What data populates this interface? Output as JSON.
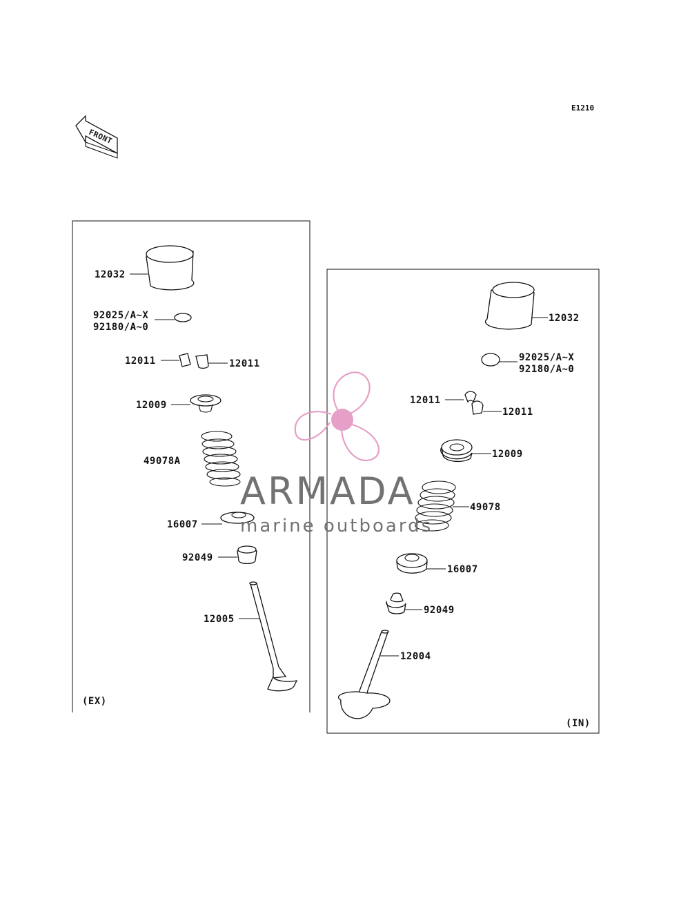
{
  "diagram_code": "E1210",
  "front_arrow_label": "FRONT",
  "watermark": {
    "brand": "ARMADA",
    "tagline": "marine outboards",
    "logo_color": "#e59ac3",
    "text_color": "#6b6b6b"
  },
  "exhaust": {
    "section_label": "(EX)",
    "parts": {
      "tappet": "12032",
      "shim_a": "92025/A~X",
      "shim_b": "92180/A~0",
      "cotter_left": "12011",
      "cotter_right": "12011",
      "retainer": "12009",
      "spring": "49078A",
      "spring_seat": "16007",
      "oil_seal": "92049",
      "valve": "12005"
    }
  },
  "intake": {
    "section_label": "(IN)",
    "parts": {
      "tappet": "12032",
      "shim_a": "92025/A~X",
      "shim_b": "92180/A~0",
      "cotter_left": "12011",
      "cotter_right": "12011",
      "retainer": "12009",
      "spring": "49078",
      "spring_seat": "16007",
      "oil_seal": "92049",
      "valve": "12004"
    }
  }
}
